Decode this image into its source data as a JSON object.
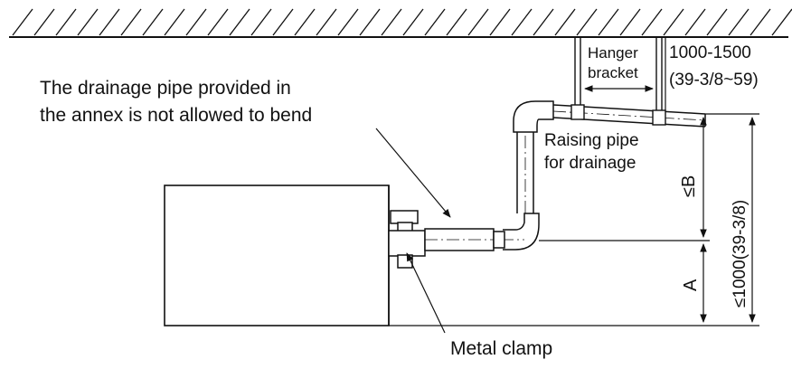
{
  "labels": {
    "drain_pipe_line1": "The drainage pipe provided in",
    "drain_pipe_line2": "the annex is not allowed to bend",
    "hanger_line1": "Hanger",
    "hanger_line2": "bracket",
    "spacing_line1": "1000-1500",
    "spacing_line2": "(39-3/8~59)",
    "raising_line1": "Raising pipe",
    "raising_line2": "for drainage",
    "dim_b": "≤B",
    "dim_a": "A",
    "dim_total": "≤1000(39-3/8)",
    "metal_clamp": "Metal clamp"
  },
  "colors": {
    "line": "#111111",
    "background": "#ffffff"
  }
}
